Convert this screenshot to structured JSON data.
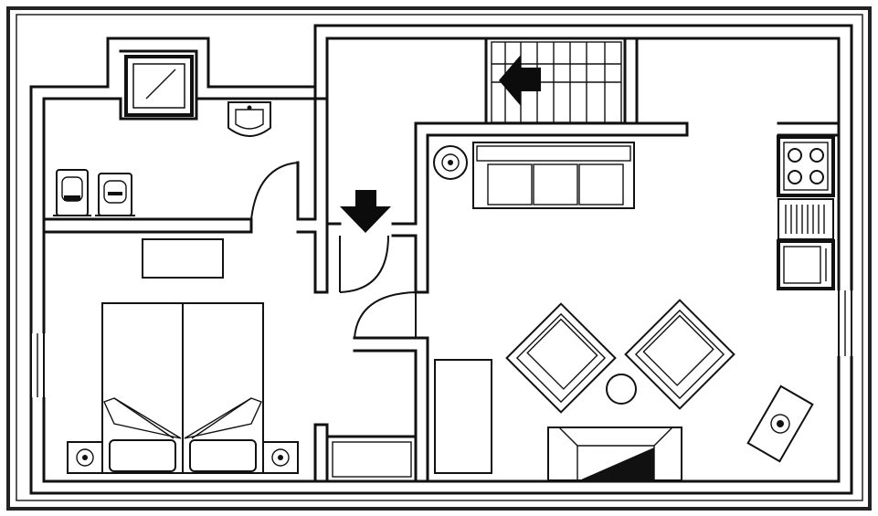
{
  "plan": {
    "background": "#ffffff",
    "line_color": "#111111",
    "rooms": [
      "bathroom",
      "bedroom",
      "hall",
      "living-room",
      "kitchen",
      "stair"
    ],
    "fixtures": [
      "shower",
      "washbasin",
      "toilet",
      "bidet",
      "double-bed",
      "nightstand",
      "wardrobe",
      "sofa",
      "armchair",
      "coffee-table",
      "floor-lamp",
      "fireplace",
      "tv-unit",
      "cooktop",
      "sink",
      "dish-rack",
      "cabinet",
      "staircase"
    ],
    "arrows": [
      "entry-arrow-down",
      "stair-arrow-left"
    ]
  }
}
